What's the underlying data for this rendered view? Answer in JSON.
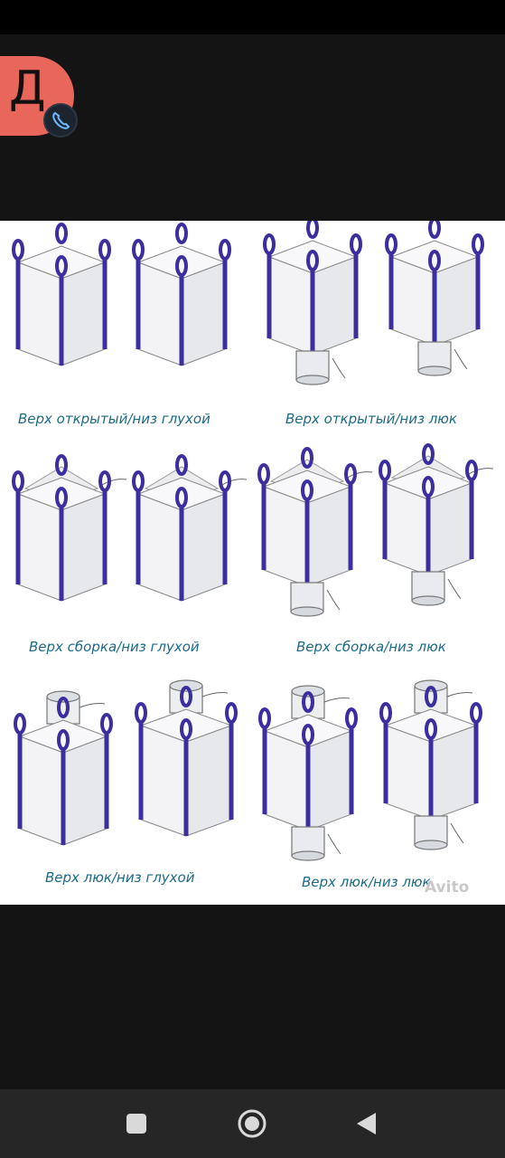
{
  "avatar": {
    "letter": "Д"
  },
  "captions": [
    "Верх открытый/низ глухой",
    "Верх открытый/низ люк",
    "Верх сборка/низ глухой",
    "Верх сборка/низ люк",
    "Верх люк/низ глухой",
    "Верх люк/низ люк"
  ],
  "watermark": "Avito",
  "colors": {
    "strap": "#3b2fa0",
    "bag_face": "#f3f3f5",
    "caption": "#1b6a86",
    "avatar": "#e8665a"
  },
  "navbar": {
    "icons": [
      "recents-square-icon",
      "home-circle-icon",
      "back-triangle-icon"
    ]
  }
}
